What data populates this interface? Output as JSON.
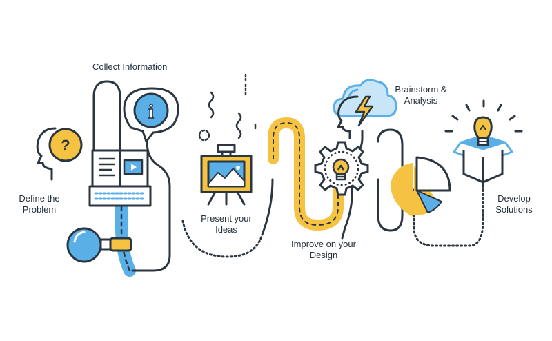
{
  "labels": {
    "define": {
      "line1": "Define the",
      "line2": "Problem"
    },
    "collect": {
      "line1": "Collect Information"
    },
    "present": {
      "line1": "Present your",
      "line2": "Ideas"
    },
    "improve": {
      "line1": "Improve on your",
      "line2": "Design"
    },
    "brainstorm": {
      "line1": "Brainstorm &",
      "line2": "Analysis"
    },
    "develop": {
      "line1": "Develop",
      "line2": "Solutions"
    }
  },
  "icons": {
    "question_mark": "?",
    "info_letter": "i"
  },
  "colors": {
    "ink": "#2b3640",
    "yellow": "#f5c242",
    "blue": "#5aafe6",
    "light_blue": "#c9e6f8",
    "white": "#ffffff"
  }
}
